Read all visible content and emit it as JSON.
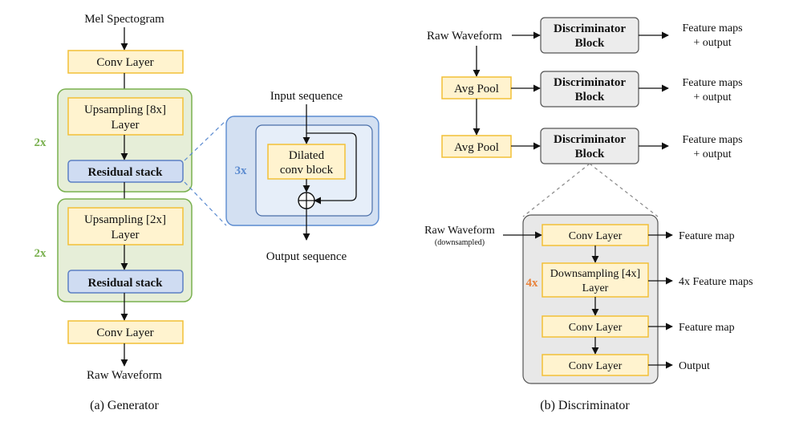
{
  "generator": {
    "input": "Mel Spectogram",
    "conv_top": "Conv Layer",
    "block1": {
      "repeat": "2x",
      "upsample_line1": "Upsampling [8x]",
      "upsample_line2": "Layer",
      "residual": "Residual stack"
    },
    "block2": {
      "repeat": "2x",
      "upsample_line1": "Upsampling [2x]",
      "upsample_line2": "Layer",
      "residual": "Residual stack"
    },
    "conv_bottom": "Conv Layer",
    "output": "Raw Waveform",
    "caption": "(a) Generator"
  },
  "residual_detail": {
    "input": "Input sequence",
    "repeat": "3x",
    "block_line1": "Dilated",
    "block_line2": "conv block",
    "output": "Output sequence"
  },
  "discriminator": {
    "input": "Raw Waveform",
    "rows": [
      {
        "pool": "",
        "block_line1": "Discriminator",
        "block_line2": "Block",
        "out_line1": "Feature maps",
        "out_line2": "+ output"
      },
      {
        "pool": "Avg Pool",
        "block_line1": "Discriminator",
        "block_line2": "Block",
        "out_line1": "Feature maps",
        "out_line2": "+ output"
      },
      {
        "pool": "Avg Pool",
        "block_line1": "Discriminator",
        "block_line2": "Block",
        "out_line1": "Feature maps",
        "out_line2": "+ output"
      }
    ],
    "caption": "(b) Discriminator"
  },
  "disc_block_detail": {
    "input_line1": "Raw Waveform",
    "input_line2": "(downsampled)",
    "repeat": "4x",
    "layers": [
      {
        "line1": "Conv Layer",
        "line2": "",
        "out": "Feature map"
      },
      {
        "line1": "Downsampling [4x]",
        "line2": "Layer",
        "out": "4x Feature maps"
      },
      {
        "line1": "Conv Layer",
        "line2": "",
        "out": "Feature map"
      },
      {
        "line1": "Conv Layer",
        "line2": "",
        "out": "Output"
      }
    ]
  },
  "colors": {
    "conv_fill": "#fff3cf",
    "conv_stroke": "#f2c037",
    "residual_fill": "#cfdcf2",
    "residual_stroke": "#5b7fc4",
    "group_green": "#e6eed8",
    "repeat_green": "#79b04e",
    "repeat_blue": "#5b8bd0",
    "repeat_orange": "#e8823a",
    "disc_gray": "#ececec"
  }
}
